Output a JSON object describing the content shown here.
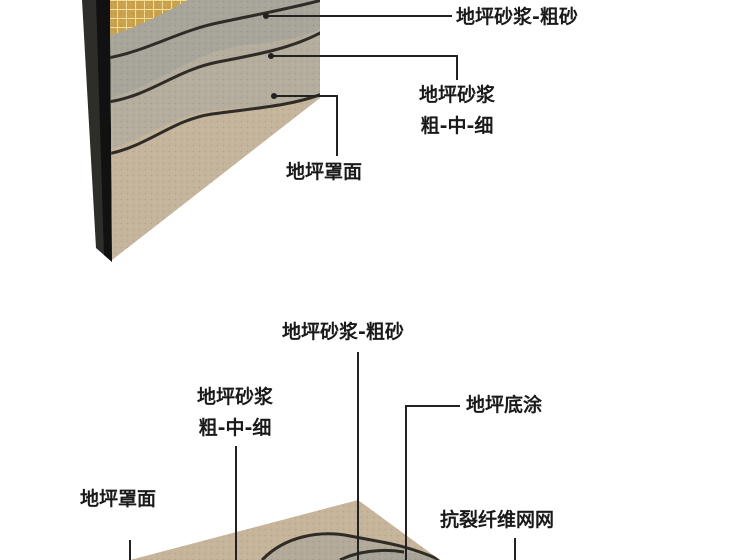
{
  "diagram_top": {
    "labels": {
      "coarse_mortar": "地坪砂浆-粗砂",
      "graded_mortar_line1": "地坪砂浆",
      "graded_mortar_line2": "粗-中-细",
      "topcoat": "地坪罩面"
    }
  },
  "diagram_bottom": {
    "labels": {
      "coarse_mortar": "地坪砂浆-粗砂",
      "primer": "地坪底涂",
      "graded_mortar_line1": "地坪砂浆",
      "graded_mortar_line2": "粗-中-细",
      "topcoat": "地坪罩面",
      "crack_mesh": "抗裂纤维网网"
    }
  },
  "colors": {
    "label_text": "#1a1a1a",
    "leader_line": "#222222",
    "mesh": "#d8b55c",
    "coarse_layer": "#a7a398",
    "mid_layer": "#b6ad9c",
    "topcoat": "#c9b99e"
  }
}
